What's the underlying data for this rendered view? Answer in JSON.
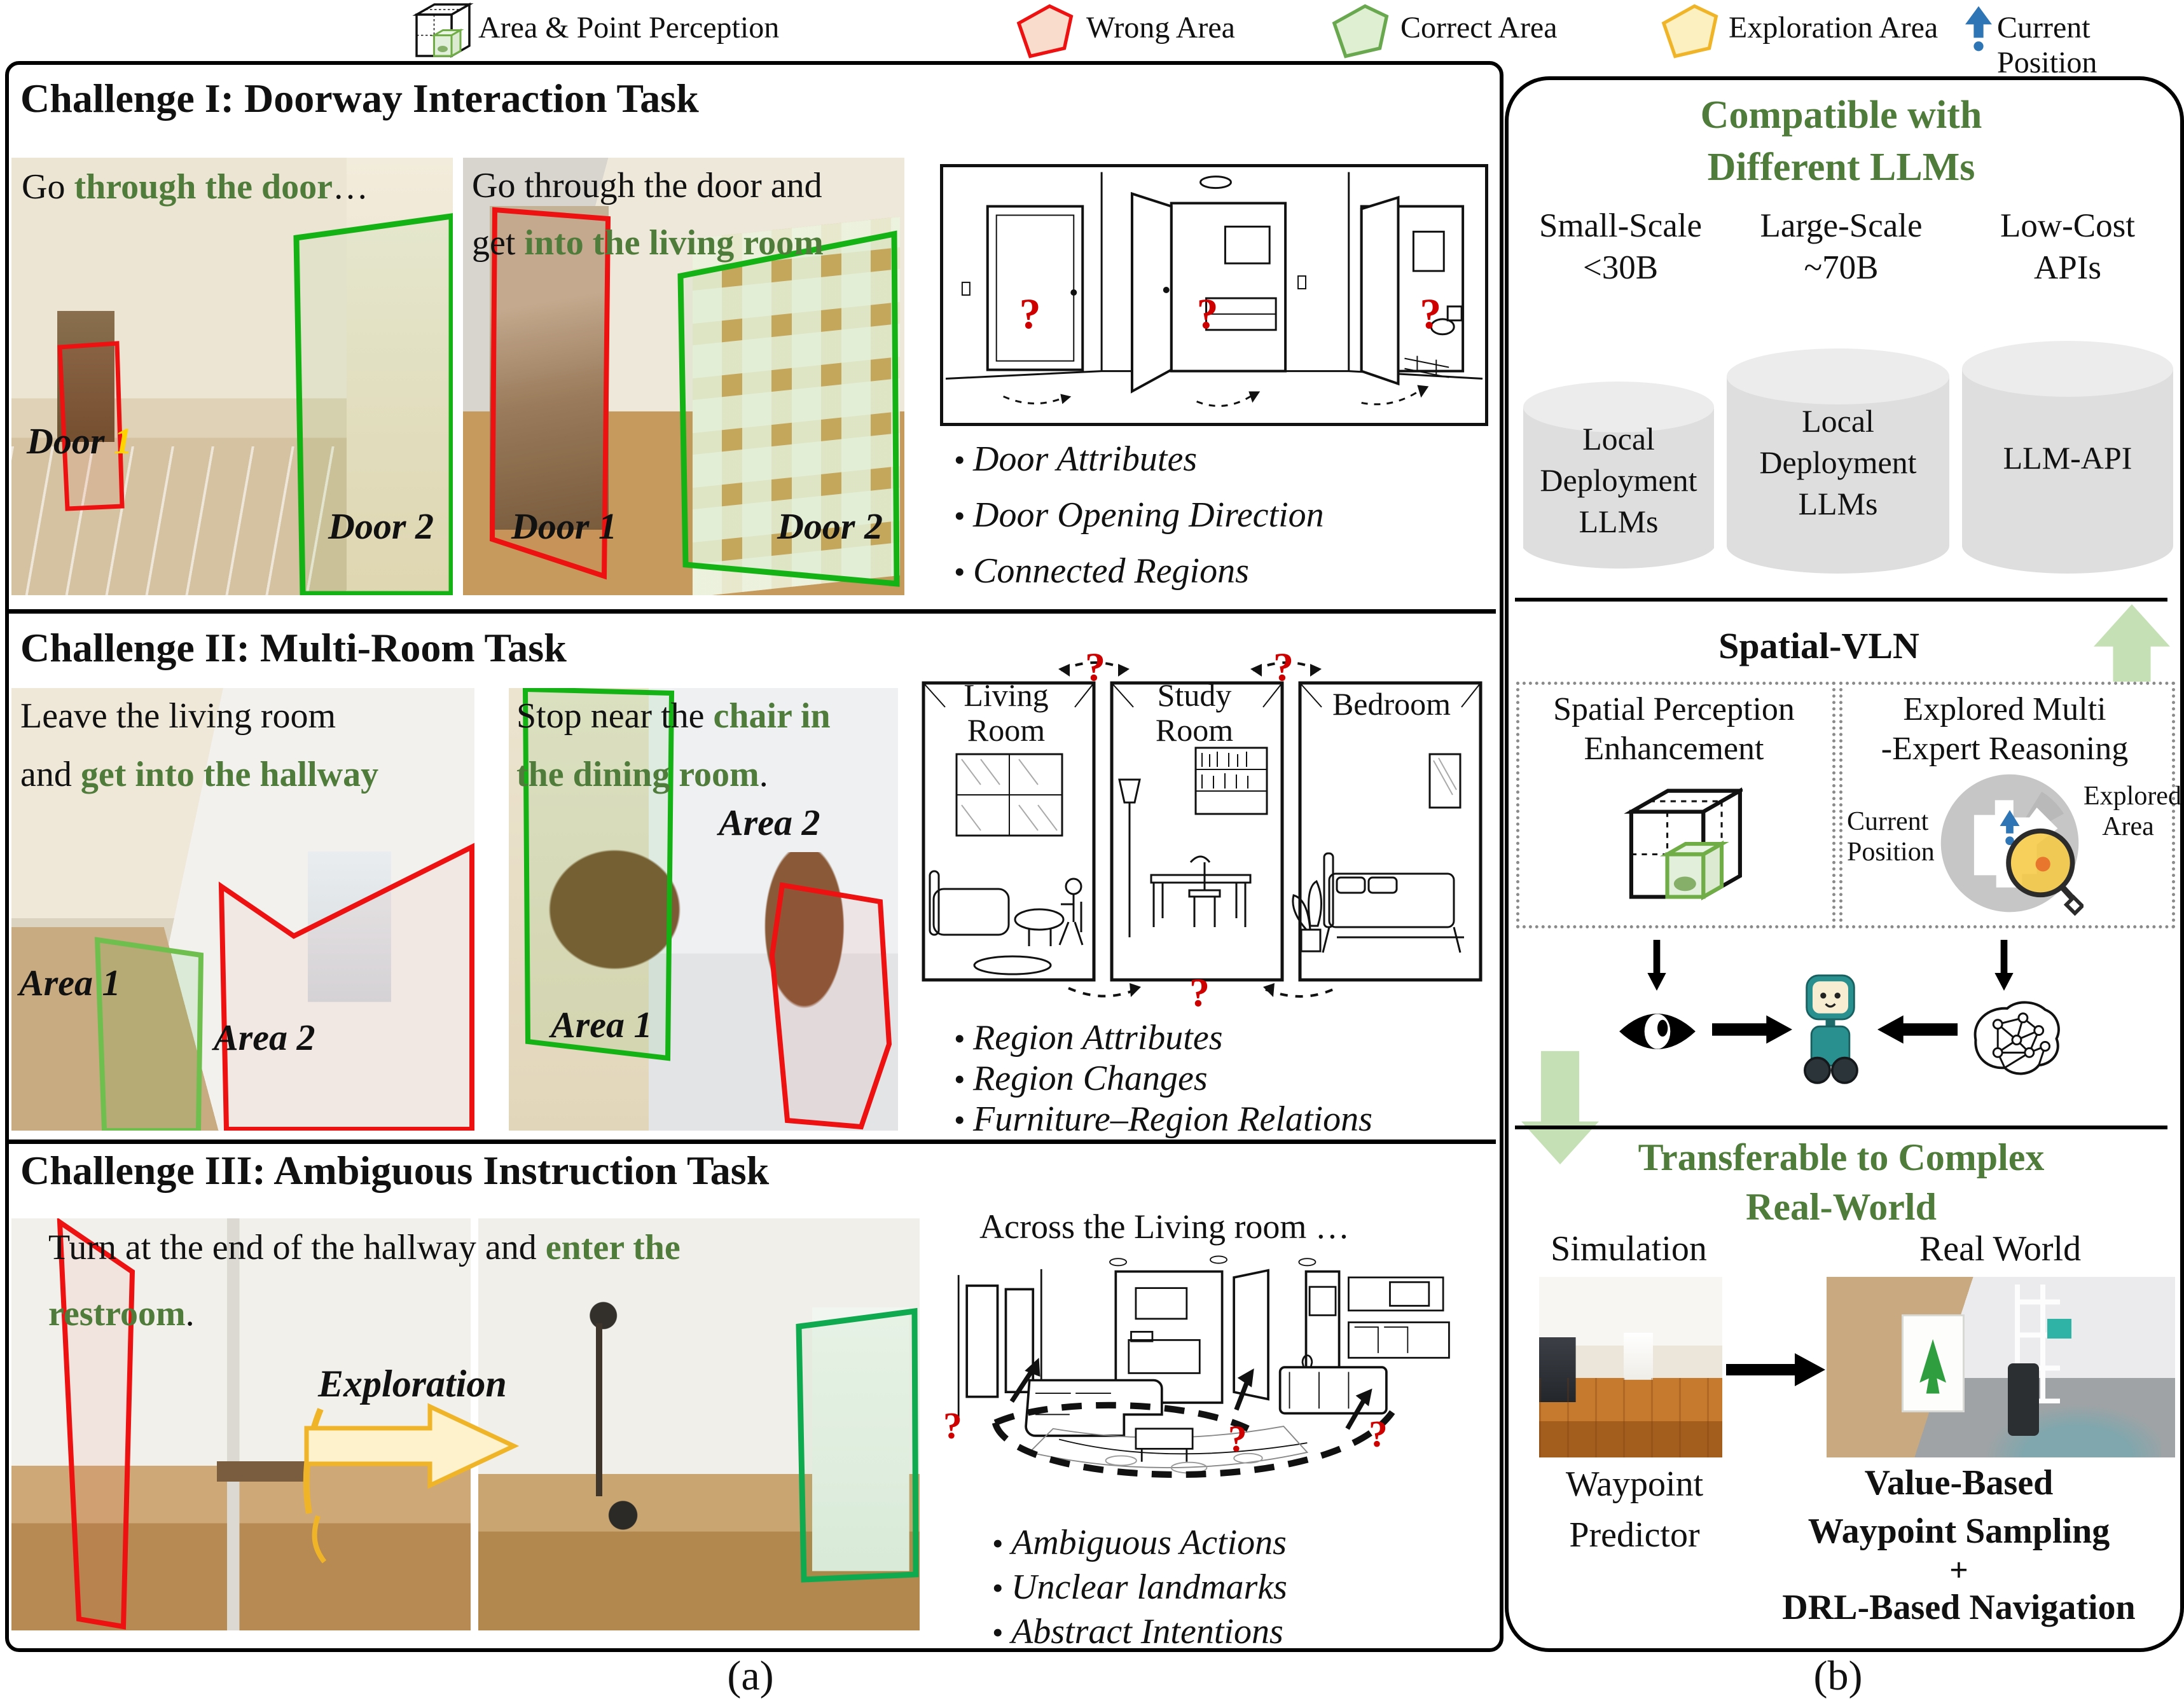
{
  "qmark": "?",
  "legend": {
    "items": [
      {
        "label": "Area & Point Perception"
      },
      {
        "label": "Wrong Area"
      },
      {
        "label": "Correct Area"
      },
      {
        "label": "Exploration Area"
      },
      {
        "label": "Current Position"
      }
    ]
  },
  "panel_a": {
    "caption": "(a)",
    "c1": {
      "title": "Challenge I: Doorway Interaction Task",
      "p1": {
        "i_a": "Go ",
        "i_b": "through the door",
        "i_c": "…",
        "door1_word": "Door ",
        "door1_num": "1",
        "door2": "Door 2"
      },
      "p2": {
        "l1": "Go through the door and",
        "l2a": "get ",
        "l2b": "into the living room",
        "door1": "Door 1",
        "door2": "Door 2"
      },
      "bullets": [
        "Door Attributes",
        "Door Opening Direction",
        "Connected Regions"
      ]
    },
    "c2": {
      "title": "Challenge II: Multi-Room Task",
      "p1": {
        "l1": "Leave the living room",
        "l2a": "and ",
        "l2b": "get into the hallway",
        "area1": "Area 1",
        "area2": "Area 2"
      },
      "p2": {
        "l1a": "Stop near the ",
        "l1b": "chair in",
        "l2a": "the dining room",
        "l2b": ".",
        "area1": "Area 1",
        "area2": "Area 2"
      },
      "rooms": [
        "Living Room",
        "Study Room",
        "Bedroom"
      ],
      "bullets": [
        "Region Attributes",
        "Region Changes",
        "Furniture–Region Relations"
      ]
    },
    "c3": {
      "title": "Challenge III: Ambiguous Instruction Task",
      "p1": {
        "l1a": "Turn at the end of the hallway and ",
        "l1b": "enter the",
        "l2a": "restroom",
        "l2b": ".",
        "exploration": "Exploration"
      },
      "across": "Across the Living room …",
      "bullets": [
        "Ambiguous Actions",
        "Unclear landmarks",
        "Abstract Intentions"
      ]
    }
  },
  "panel_b": {
    "caption": "(b)",
    "h1a": "Compatible with",
    "h1b": "Different LLMs",
    "scales": [
      {
        "l1": "Small-Scale",
        "l2": "<30B"
      },
      {
        "l1": "Large-Scale",
        "l2": "~70B"
      },
      {
        "l1": "Low-Cost",
        "l2": "APIs"
      }
    ],
    "cylinders": [
      "Local Deployment LLMs",
      "Local Deployment LLMs",
      "LLM-API"
    ],
    "spatial_vln": "Spatial-VLN",
    "box1a": "Spatial Perception",
    "box1b": "Enhancement",
    "box2a": "Explored Multi",
    "box2b": "-Expert Reasoning",
    "current_position": "Current Position",
    "explored_area": "Explored Area",
    "h2a": "Transferable to Complex",
    "h2b": "Real-World",
    "sim_label": "Simulation",
    "real_label": "Real World",
    "wp": [
      "Waypoint",
      "Predictor"
    ],
    "vb": [
      "Value-Based",
      "Waypoint Sampling",
      "+",
      "DRL-Based Navigation"
    ]
  },
  "colors": {
    "green_text": "#507c3b",
    "wrong_red": "#ee1111",
    "correct_green": "#14b214",
    "exploration_yellow": "#f0b429",
    "position_blue": "#2e75b6"
  }
}
